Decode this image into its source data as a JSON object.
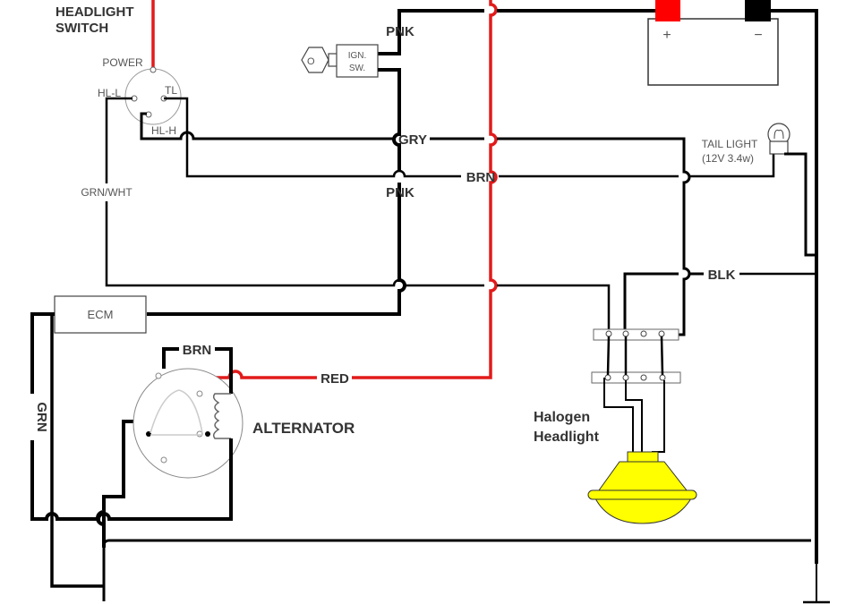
{
  "diagram": {
    "type": "wiring-schematic",
    "components": {
      "headlight_switch": {
        "title_line1": "HEADLIGHT",
        "title_line2": "SWITCH",
        "terminals": {
          "power": "POWER",
          "hl_l": "HL-L",
          "tl": "TL",
          "hl_h": "HL-H"
        }
      },
      "ignition_switch": {
        "line1": "IGN.",
        "line2": "SW.",
        "key_glyph": "O"
      },
      "battery": {
        "positive": "+",
        "negative": "−",
        "positive_color": "#ff0000",
        "negative_color": "#000000"
      },
      "tail_light": {
        "line1": "TAIL LIGHT",
        "line2": "(12V 3.4w)"
      },
      "ecm": {
        "label": "ECM"
      },
      "alternator": {
        "label": "ALTERNATOR"
      },
      "headlight": {
        "line1": "Halogen",
        "line2": "Headlight",
        "color": "#ffff00"
      }
    },
    "wire_labels": {
      "pnk_top": "PNK",
      "gry": "GRY",
      "pnk_mid": "PNK",
      "brn_main": "BRN",
      "grn_wht": "GRN/WHT",
      "blk": "BLK",
      "brn_alt": "BRN",
      "red": "RED",
      "grn": "GRN"
    },
    "colors": {
      "red_wire": "#e21a1a",
      "black_wire": "#000000",
      "label_text": "#333333"
    }
  }
}
